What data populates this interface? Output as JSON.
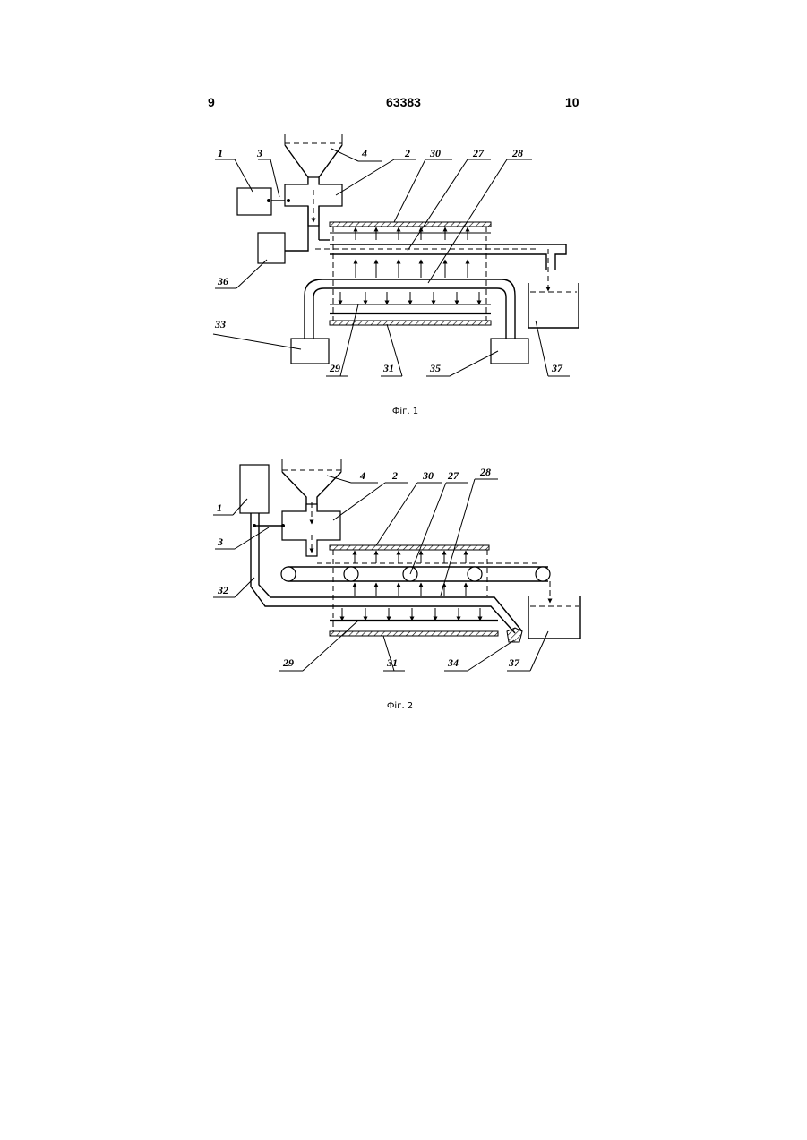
{
  "header": {
    "page_left": "9",
    "patent_number": "63383",
    "page_right": "10"
  },
  "figure1": {
    "caption": "Фіг. 1",
    "labels": [
      "1",
      "3",
      "4",
      "2",
      "30",
      "27",
      "28",
      "36",
      "33",
      "29",
      "31",
      "35",
      "37"
    ]
  },
  "figure2": {
    "caption": "Фіг. 2",
    "labels": [
      "1",
      "4",
      "2",
      "30",
      "27",
      "28",
      "3",
      "32",
      "29",
      "31",
      "34",
      "37"
    ]
  }
}
